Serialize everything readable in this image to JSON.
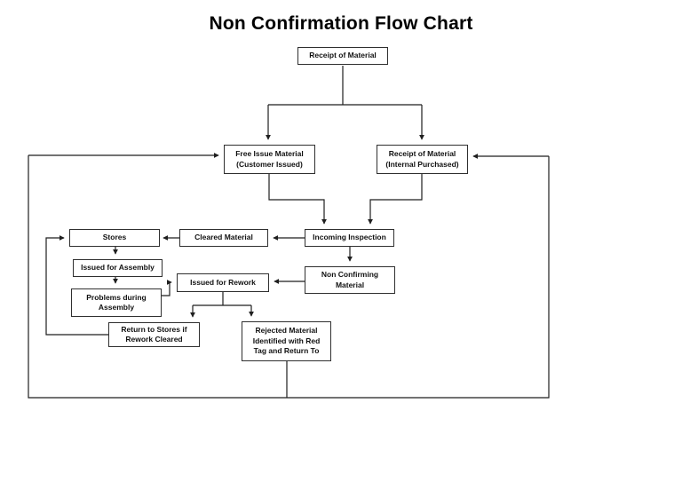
{
  "title": "Non Confirmation Flow Chart",
  "colors": {
    "line": "#1f1f1f",
    "box_border": "#2f2f2f",
    "box_bg": "#ffffff",
    "text": "#111111",
    "page_bg": "#ffffff"
  },
  "nodes": {
    "receipt_top": {
      "label": "Receipt of Material"
    },
    "free_issue": {
      "label": "Free Issue Material\n(Customer Issued)"
    },
    "receipt_internal": {
      "label": "Receipt of Material\n(Internal Purchased)"
    },
    "incoming_inspection": {
      "label": "Incoming Inspection"
    },
    "cleared_material": {
      "label": "Cleared Material"
    },
    "stores": {
      "label": "Stores"
    },
    "issued_for_assembly": {
      "label": "Issued for Assembly"
    },
    "problems_during_assembly": {
      "label": "Problems during\nAssembly"
    },
    "non_confirming_material": {
      "label": "Non Confirming\nMaterial"
    },
    "issued_for_rework": {
      "label": "Issued for Rework"
    },
    "return_to_stores": {
      "label": "Return to Stores if\nRework Cleared"
    },
    "rejected_material": {
      "label": "Rejected Material\nIdentified with Red\nTag and Return To"
    }
  }
}
